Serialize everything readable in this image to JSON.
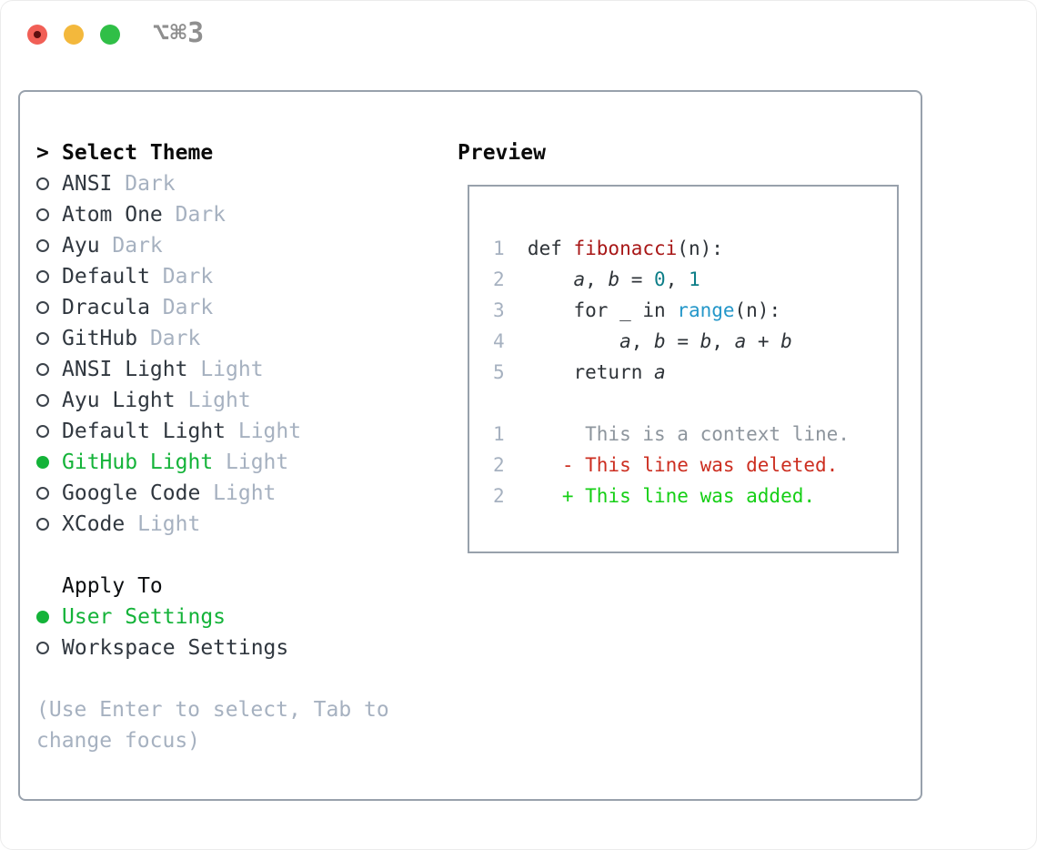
{
  "window": {
    "shortcut": "⌥⌘3"
  },
  "colors": {
    "green": "#14b339",
    "muted": "#a6b1c0",
    "border": "#98a1ac",
    "fn": "#a81717",
    "teal": "#0d7e88",
    "builtin": "#2497c9",
    "code-ink": "#2e3338",
    "ctx": "#8d959d",
    "del": "#cc2e20",
    "add": "#15cf15",
    "symbol-gray": "#8f8f8f",
    "tl-red": "#f15f56",
    "tl-red-dot": "#5d0f0f",
    "tl-yellow": "#f3b83c",
    "tl-green": "#30bf47"
  },
  "menu": {
    "cursor": ">",
    "title": "Select Theme",
    "items": [
      {
        "name": "ANSI",
        "variant": "Dark",
        "selected": false
      },
      {
        "name": "Atom One",
        "variant": "Dark",
        "selected": false
      },
      {
        "name": "Ayu",
        "variant": "Dark",
        "selected": false
      },
      {
        "name": "Default",
        "variant": "Dark",
        "selected": false
      },
      {
        "name": "Dracula",
        "variant": "Dark",
        "selected": false
      },
      {
        "name": "GitHub",
        "variant": "Dark",
        "selected": false
      },
      {
        "name": "ANSI Light",
        "variant": "Light",
        "selected": false
      },
      {
        "name": "Ayu Light",
        "variant": "Light",
        "selected": false
      },
      {
        "name": "Default Light",
        "variant": "Light",
        "selected": false
      },
      {
        "name": "GitHub Light",
        "variant": "Light",
        "selected": true
      },
      {
        "name": "Google Code",
        "variant": "Light",
        "selected": false
      },
      {
        "name": "XCode",
        "variant": "Light",
        "selected": false
      }
    ]
  },
  "apply": {
    "title": "Apply To",
    "items": [
      {
        "name": "User Settings",
        "selected": true
      },
      {
        "name": "Workspace Settings",
        "selected": false
      }
    ]
  },
  "hint_lines": [
    "(Use Enter to select, Tab to",
    "change focus)"
  ],
  "preview": {
    "title": "Preview",
    "code_lines": [
      {
        "num": "1",
        "segs": [
          [
            "plain",
            "def "
          ],
          [
            "fn",
            "fibonacci"
          ],
          [
            "plain",
            "(n):"
          ]
        ]
      },
      {
        "num": "2",
        "segs": [
          [
            "plain",
            "    "
          ],
          [
            "var",
            "a"
          ],
          [
            "plain",
            ", "
          ],
          [
            "var",
            "b"
          ],
          [
            "plain",
            " = "
          ],
          [
            "num",
            "0"
          ],
          [
            "plain",
            ", "
          ],
          [
            "num",
            "1"
          ]
        ]
      },
      {
        "num": "3",
        "segs": [
          [
            "plain",
            "    for _ in "
          ],
          [
            "builtin",
            "range"
          ],
          [
            "plain",
            "(n):"
          ]
        ]
      },
      {
        "num": "4",
        "segs": [
          [
            "plain",
            "        "
          ],
          [
            "var",
            "a"
          ],
          [
            "plain",
            ", "
          ],
          [
            "var",
            "b"
          ],
          [
            "plain",
            " = "
          ],
          [
            "var",
            "b"
          ],
          [
            "plain",
            ", "
          ],
          [
            "var",
            "a"
          ],
          [
            "plain",
            " + "
          ],
          [
            "var",
            "b"
          ]
        ]
      },
      {
        "num": "5",
        "segs": [
          [
            "plain",
            "    return "
          ],
          [
            "var",
            "a"
          ]
        ]
      },
      {
        "num": "",
        "segs": []
      },
      {
        "num": "1",
        "segs": [
          [
            "ctx",
            "     This is a context line."
          ]
        ]
      },
      {
        "num": "2",
        "segs": [
          [
            "del",
            "   - This line was deleted."
          ]
        ]
      },
      {
        "num": "2",
        "segs": [
          [
            "add",
            "   + This line was added."
          ]
        ]
      }
    ]
  }
}
